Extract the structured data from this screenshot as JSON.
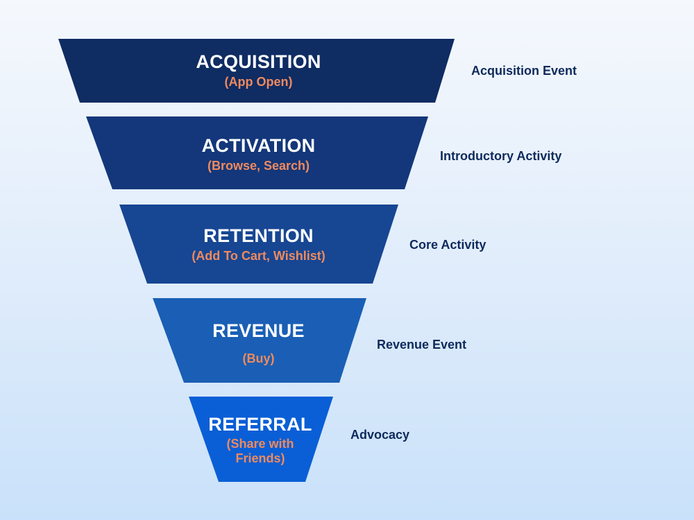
{
  "stages": [
    {
      "title": "ACQUISITION",
      "subtitle": "(App Open)",
      "label": "Acquisition Event",
      "color": "#0f2c63"
    },
    {
      "title": "ACTIVATION",
      "subtitle": "(Browse, Search)",
      "label": "Introductory Activity",
      "color": "#13377a"
    },
    {
      "title": "RETENTION",
      "subtitle": "(Add To Cart, Wishlist)",
      "label": "Core Activity",
      "color": "#174693"
    },
    {
      "title": "REVENUE",
      "subtitle": "(Buy)",
      "label": "Revenue Event",
      "color": "#1a5fb5"
    },
    {
      "title": "REFERRAL",
      "subtitle": "(Share with Friends)",
      "label": "Advocacy",
      "color": "#0a5fd6"
    }
  ]
}
